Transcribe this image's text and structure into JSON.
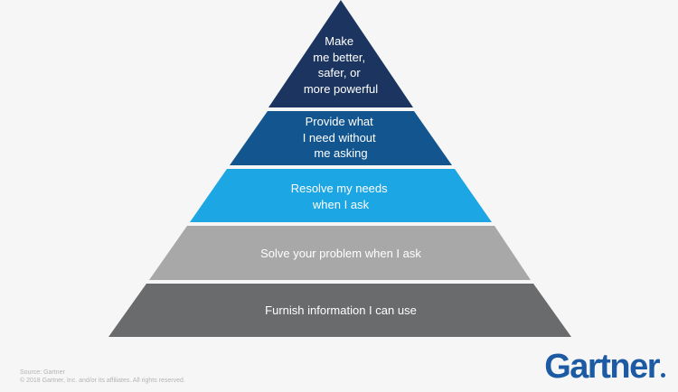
{
  "diagram": {
    "tiers": [
      {
        "lines": [
          "Make",
          "me better,",
          "safer, or",
          "more powerful"
        ],
        "color": "#1c3560"
      },
      {
        "lines": [
          "Provide what",
          "I need without",
          "me asking"
        ],
        "color": "#12558f"
      },
      {
        "lines": [
          "Resolve my needs",
          "when I ask"
        ],
        "color": "#1da6e4"
      },
      {
        "lines": [
          "Solve your problem when I ask"
        ],
        "color": "#a8a8a8"
      },
      {
        "lines": [
          "Furnish information I can use"
        ],
        "color": "#6a6b6d"
      }
    ]
  },
  "footer": {
    "source_line": "Source: Gartner",
    "copyright_line": "© 2018 Gartner, Inc. and/or its affiliates. All rights reserved.",
    "logo_text": "Gartner"
  }
}
